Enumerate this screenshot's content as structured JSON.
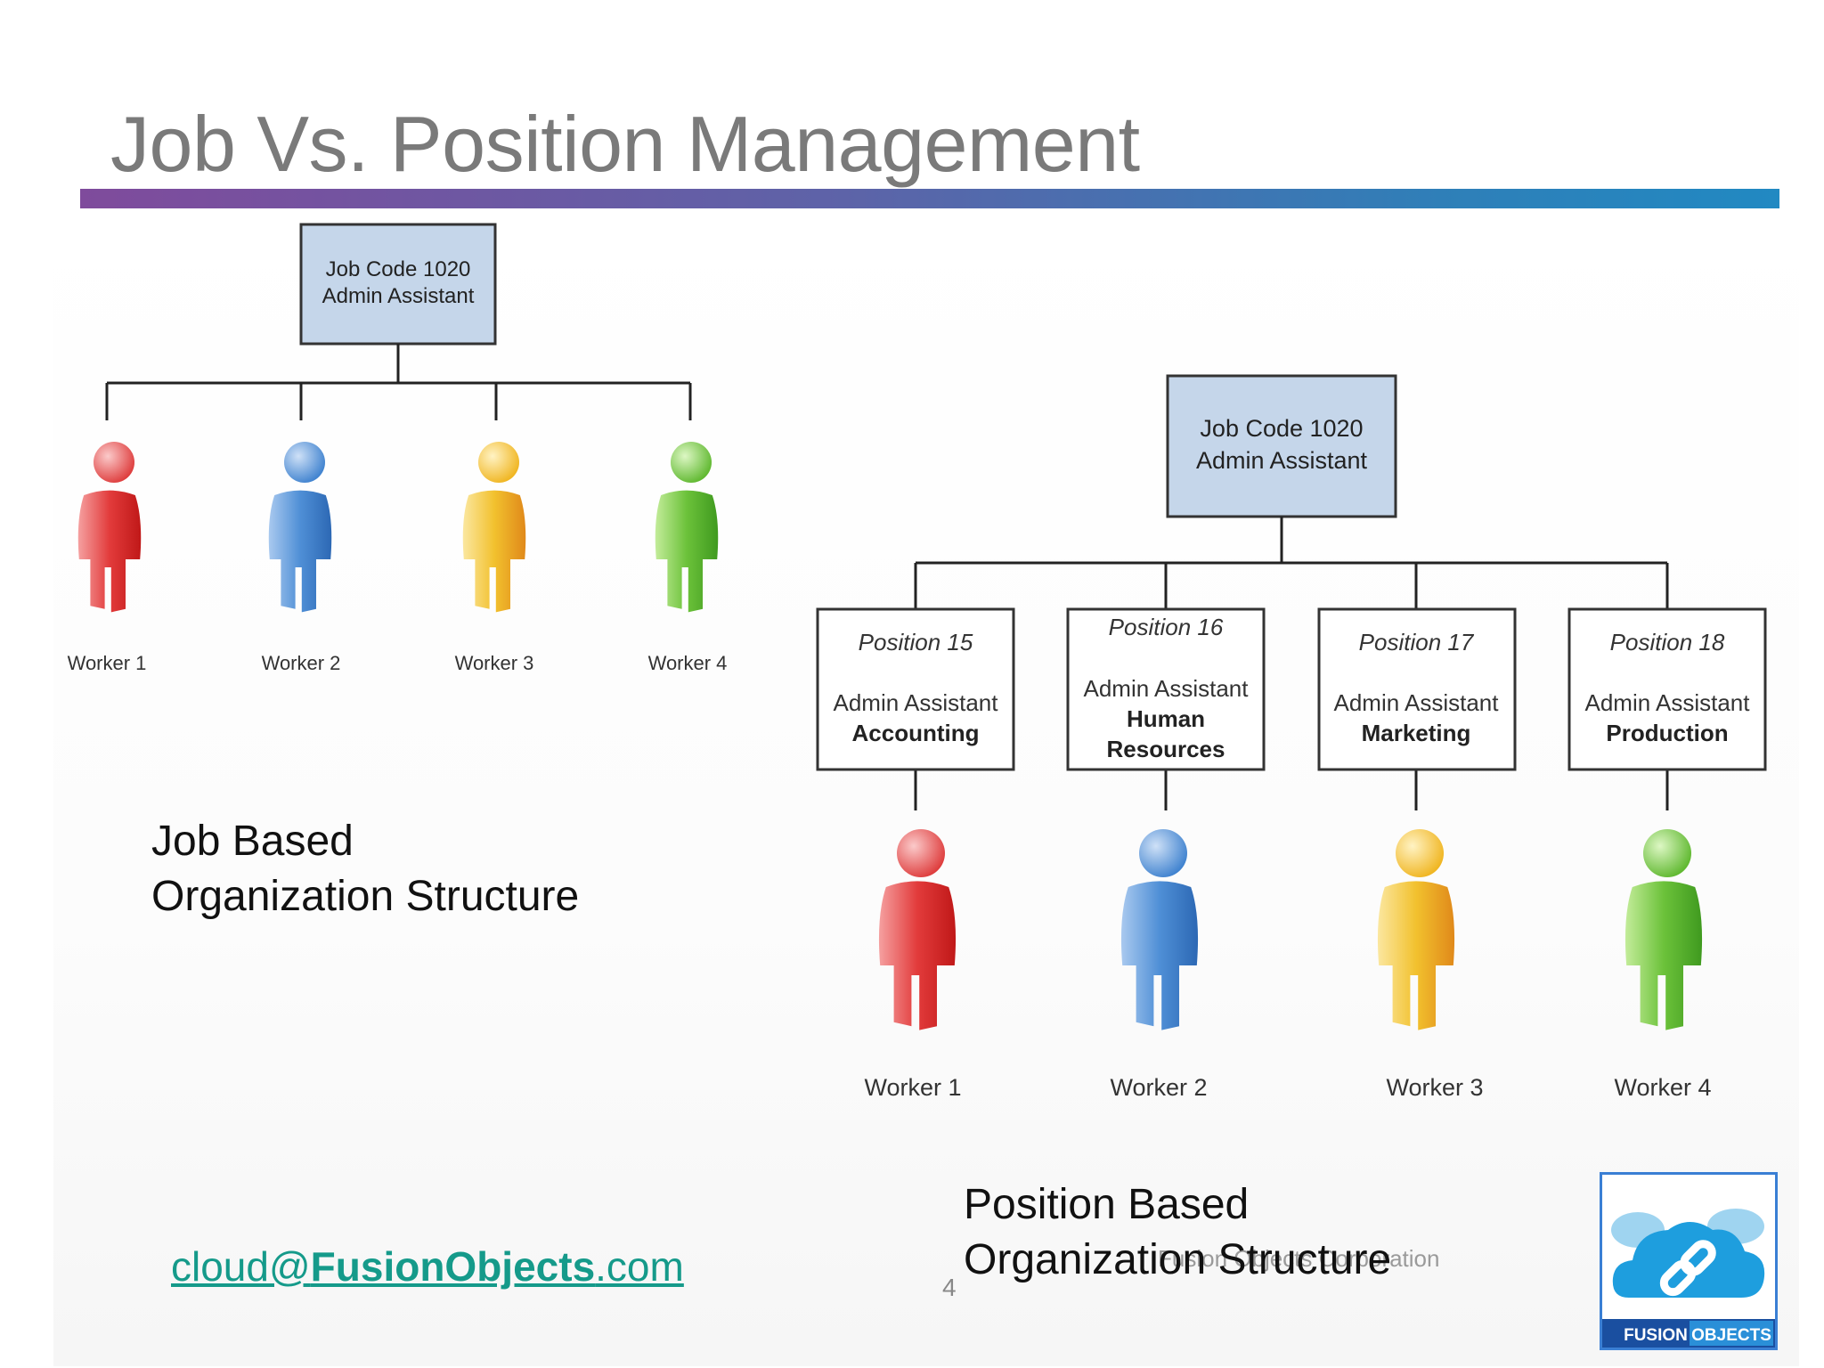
{
  "slide": {
    "title": "Job Vs. Position Management",
    "page_number": "4",
    "footer_text": "Fusion Objects Corporation",
    "email_user": "cloud@",
    "email_brand": "FusionObjects",
    "email_tld": ".com"
  },
  "job_chart": {
    "root_line1": "Job Code 1020",
    "root_line2": "Admin Assistant",
    "workers": [
      "Worker 1",
      "Worker 2",
      "Worker 3",
      "Worker 4"
    ],
    "caption_line1": "Job Based",
    "caption_line2": "Organization Structure"
  },
  "position_chart": {
    "root_line1": "Job Code 1020",
    "root_line2": "Admin Assistant",
    "positions": [
      {
        "title": "Position 15",
        "role": "Admin Assistant",
        "dept1": "Accounting",
        "dept2": ""
      },
      {
        "title": "Position 16",
        "role": "Admin Assistant",
        "dept1": "Human",
        "dept2": "Resources"
      },
      {
        "title": "Position 17",
        "role": "Admin Assistant",
        "dept1": "Marketing",
        "dept2": ""
      },
      {
        "title": "Position 18",
        "role": "Admin Assistant",
        "dept1": "Production",
        "dept2": ""
      }
    ],
    "workers": [
      "Worker 1",
      "Worker 2",
      "Worker 3",
      "Worker 4"
    ],
    "caption_line1": "Position Based",
    "caption_line2": "Organization Structure"
  },
  "logo": {
    "icon": "cloud-link-icon",
    "text_left": "FUSION",
    "text_right": "OBJECTS"
  },
  "colors": {
    "box_fill": "#c5d6ea",
    "red": "#e23b3b",
    "blue": "#4f8fd6",
    "yellow": "#f2c12e",
    "green": "#6cc23a",
    "link": "#159a8a"
  }
}
